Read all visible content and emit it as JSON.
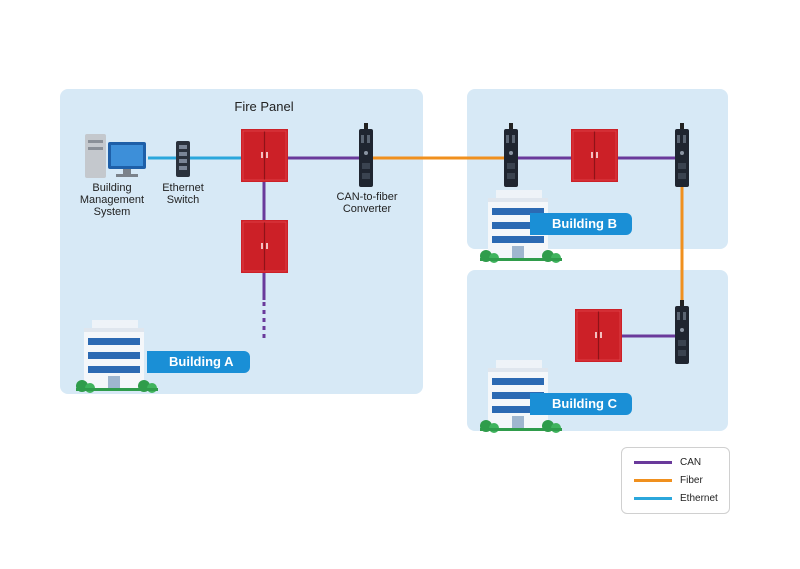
{
  "diagram": {
    "fire_panel_label": "Fire Panel",
    "building_management_label": "Building\nManagement\nSystem",
    "ethernet_switch_label": "Ethernet\nSwitch",
    "converter_label": "CAN-to-fiber\nConverter",
    "building_a": "Building A",
    "building_b": "Building B",
    "building_c": "Building C"
  },
  "legend": {
    "items": [
      {
        "label": "CAN",
        "color": "#6a3a9b"
      },
      {
        "label": "Fiber",
        "color": "#f0901e"
      },
      {
        "label": "Ethernet",
        "color": "#2ba7dc"
      }
    ]
  },
  "colors": {
    "zone": "#d7e9f6",
    "panel": "#cc2027",
    "tag": "#1a8fd6",
    "can": "#6a3a9b",
    "fiber": "#f0901e",
    "ethernet": "#2ba7dc"
  }
}
